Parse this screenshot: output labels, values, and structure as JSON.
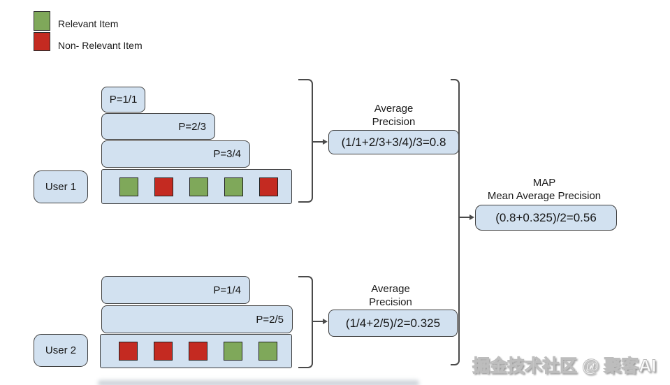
{
  "legend": {
    "relevant_label": "Relevant Item",
    "non_relevant_label": "Non- Relevant Item"
  },
  "user1": {
    "name": "User 1",
    "precisions": [
      "P=1/1",
      "P=2/3",
      "P=3/4"
    ],
    "items": [
      "relevant",
      "non-relevant",
      "relevant",
      "relevant",
      "non-relevant"
    ],
    "ap_title": "Average\nPrecision",
    "ap_formula": "(1/1+2/3+3/4)/3=0.8"
  },
  "user2": {
    "name": "User 2",
    "precisions": [
      "P=1/4",
      "P=2/5"
    ],
    "items": [
      "non-relevant",
      "non-relevant",
      "non-relevant",
      "relevant",
      "relevant"
    ],
    "ap_title": "Average\nPrecision",
    "ap_formula": "(1/4+2/5)/2=0.325"
  },
  "map": {
    "title": "MAP\nMean Average Precision",
    "formula": "(0.8+0.325)/2=0.56"
  },
  "watermark": "掘金技术社区 @ 聚客AI",
  "colors": {
    "relevant": "#7fa85a",
    "non_relevant": "#c42a21",
    "box_fill": "#d2e1f0",
    "box_border": "#3f3f3f",
    "line": "#4a4a4a"
  }
}
